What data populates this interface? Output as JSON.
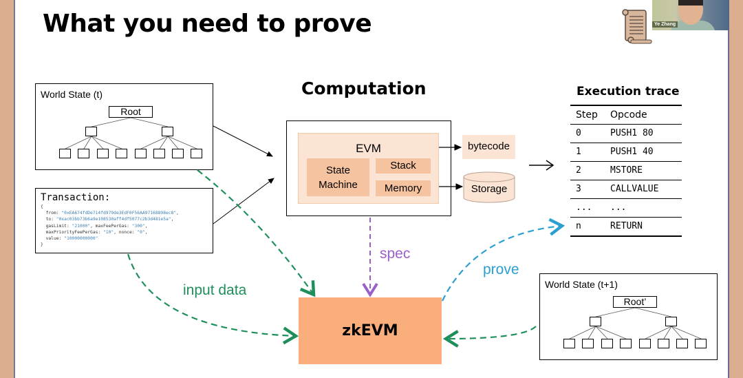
{
  "slide": {
    "title": "What you need to prove"
  },
  "presenter": {
    "name": "Ye Zhang"
  },
  "world_state_before": {
    "label": "World State (t)",
    "root_label": "Root"
  },
  "transaction": {
    "title": "Transaction:",
    "open_brace": "{",
    "close_brace": "}",
    "fields": {
      "from_key": "from",
      "from_value": "\"0xEA674fdDe714fd979de3EdF0F56AA97168898ec8\"",
      "to_key": "to",
      "to_value": "\"0xac03bb73b6a9e108530aff4df5077c2b3d481e5a\"",
      "gasLimit_key": "gasLimit",
      "gasLimit_value": "\"21000\"",
      "maxFeePerGas_key": "maxFeePerGas",
      "maxFeePerGas_value": "\"300\"",
      "maxPriorityFeePerGas_key": "maxPriorityFeePerGas",
      "maxPriorityFeePerGas_value": "\"10\"",
      "nonce_key": "nonce",
      "nonce_value": "\"0\"",
      "value_key": "value",
      "value_value": "\"10000000000\""
    }
  },
  "computation": {
    "title": "Computation",
    "evm_label": "EVM",
    "state_machine_label": "State Machine",
    "stack_label": "Stack",
    "memory_label": "Memory",
    "bytecode_label": "bytecode",
    "storage_label": "Storage"
  },
  "execution_trace": {
    "title": "Execution trace",
    "headers": [
      "Step",
      "Opcode"
    ],
    "rows": [
      {
        "step": "0",
        "opcode": "PUSH1 80"
      },
      {
        "step": "1",
        "opcode": "PUSH1 40"
      },
      {
        "step": "2",
        "opcode": "MSTORE"
      },
      {
        "step": "3",
        "opcode": "CALLVALUE"
      },
      {
        "step": "...",
        "opcode": "..."
      },
      {
        "step": "n",
        "opcode": "RETURN"
      }
    ]
  },
  "zkevm": {
    "label": "zkEVM"
  },
  "arrows": {
    "input_data_label": "input data",
    "spec_label": "spec",
    "prove_label": "prove"
  },
  "world_state_after": {
    "label": "World State (t+1)",
    "root_label": "Root’"
  },
  "colors": {
    "zkevm_fill": "#f9ae7c",
    "evm_fill": "#fbe4d3",
    "evm_part_fill": "#f6c3a0",
    "input_arrow": "#1e8f5a",
    "spec_arrow": "#9b5fc9",
    "prove_arrow": "#2a9fd0",
    "side_background": "#dcae90"
  }
}
